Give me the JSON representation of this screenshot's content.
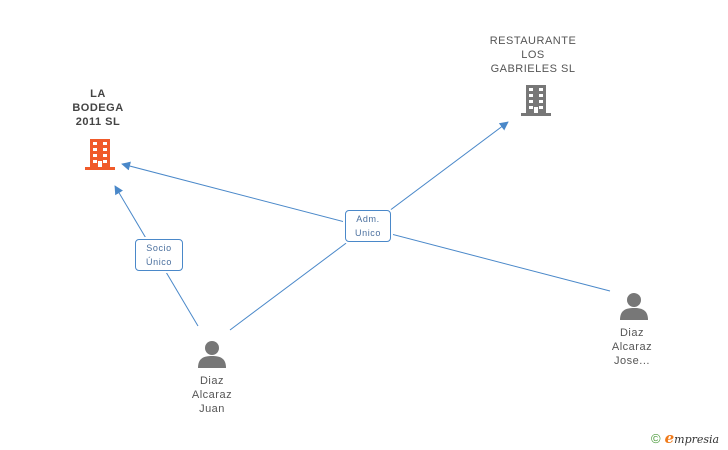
{
  "nodes": {
    "la_bodega": {
      "label": "LA\nBODEGA\n2011 SL",
      "color": "#f05a2a"
    },
    "restaurante": {
      "label": "RESTAURANTE\nLOS\nGABRIELES SL",
      "color": "#777777"
    },
    "diaz_juan": {
      "label": "Diaz\nAlcaraz\nJuan",
      "color": "#777777"
    },
    "diaz_jose": {
      "label": "Diaz\nAlcaraz\nJose...",
      "color": "#777777"
    }
  },
  "edges": {
    "socio_unico": {
      "label": "Socio\nÚnico"
    },
    "adm_unico": {
      "label": "Adm.\nUnico"
    }
  },
  "edge_color": "#4a88c9",
  "footer": {
    "copyright": "©",
    "brand_initial": "e",
    "brand_rest": "mpresia"
  }
}
